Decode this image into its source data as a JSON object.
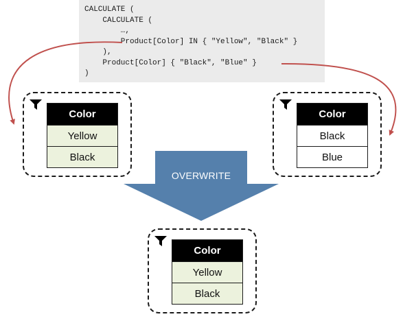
{
  "code": {
    "lines": [
      "CALCULATE (",
      "    CALCULATE (",
      "        …,",
      "        Product[Color] IN { \"Yellow\", \"Black\" }",
      "    ),",
      "    Product[Color] { \"Black\", \"Blue\" }",
      ")"
    ]
  },
  "filters": {
    "left": {
      "header": "Color",
      "rows": [
        "Yellow",
        "Black"
      ]
    },
    "right": {
      "header": "Color",
      "rows": [
        "Black",
        "Blue"
      ]
    },
    "result": {
      "header": "Color",
      "rows": [
        "Yellow",
        "Black"
      ]
    }
  },
  "overwrite": {
    "label": "OVERWRITE"
  },
  "colors": {
    "arrow": "#c0504d",
    "overwrite_fill": "#5580ac",
    "highlight_row": "#ecf2dd"
  },
  "icons": {
    "filter": "funnel-icon"
  }
}
